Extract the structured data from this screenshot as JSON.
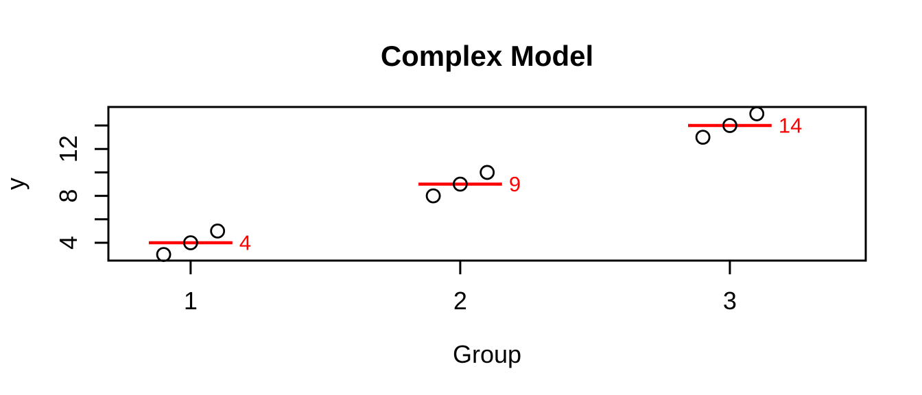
{
  "page": {
    "background": "#FFFFFF"
  },
  "chart_data": {
    "type": "scatter",
    "title": "Complex Model",
    "xlabel": "Group",
    "ylabel": "y",
    "xlim": [
      0.695,
      3.504
    ],
    "ylim": [
      2.48,
      15.58
    ],
    "grid": false,
    "legend": "none",
    "x_ticks": [
      {
        "value": 1,
        "label": "1"
      },
      {
        "value": 2,
        "label": "2"
      },
      {
        "value": 3,
        "label": "3"
      }
    ],
    "y_ticks": [
      {
        "value": 4,
        "label": "4"
      },
      {
        "value": 6,
        "label": ""
      },
      {
        "value": 8,
        "label": "8"
      },
      {
        "value": 10,
        "label": ""
      },
      {
        "value": 12,
        "label": "12"
      },
      {
        "value": 14,
        "label": ""
      }
    ],
    "points": [
      {
        "x": 0.9,
        "y": 3
      },
      {
        "x": 1.0,
        "y": 4
      },
      {
        "x": 1.1,
        "y": 5
      },
      {
        "x": 1.9,
        "y": 8
      },
      {
        "x": 2.0,
        "y": 9
      },
      {
        "x": 2.1,
        "y": 10
      },
      {
        "x": 2.9,
        "y": 13
      },
      {
        "x": 3.0,
        "y": 14
      },
      {
        "x": 3.1,
        "y": 15
      }
    ],
    "group_means": [
      {
        "x_start": 0.845,
        "x_end": 1.155,
        "mean": 4,
        "label": "4"
      },
      {
        "x_start": 1.845,
        "x_end": 2.155,
        "mean": 9,
        "label": "9"
      },
      {
        "x_start": 2.845,
        "x_end": 3.155,
        "mean": 14,
        "label": "14"
      }
    ],
    "colors": {
      "background": "#FFFFFF",
      "axis": "#000000",
      "points": "#000000",
      "mean_line": "#FF0000",
      "mean_label": "#FF0000",
      "text": "#000000"
    }
  }
}
